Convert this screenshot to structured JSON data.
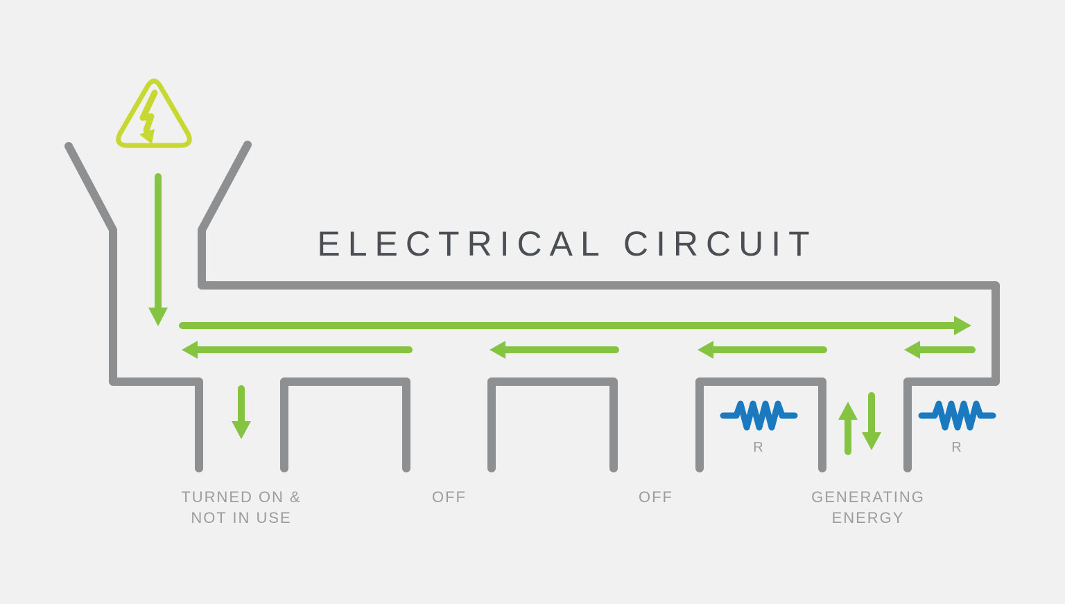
{
  "title": "ELECTRICAL CIRCUIT",
  "colors": {
    "background": "#f1f1f2",
    "wire_gray": "#8d8f91",
    "energy_green": "#85c441",
    "hazard_green": "#c8d832",
    "resistor_blue": "#1b7abf",
    "title_text": "#4b4f54",
    "label_text": "#9a9c9e"
  },
  "icons": {
    "hazard": "high-voltage-warning-triangle"
  },
  "labels": {
    "outlet1_line1": "TURNED ON &",
    "outlet1_line2": "NOT IN USE",
    "outlet2": "OFF",
    "outlet3": "OFF",
    "outlet4_line1": "GENERATING",
    "outlet4_line2": "ENERGY",
    "resistor1": "R",
    "resistor2": "R"
  }
}
